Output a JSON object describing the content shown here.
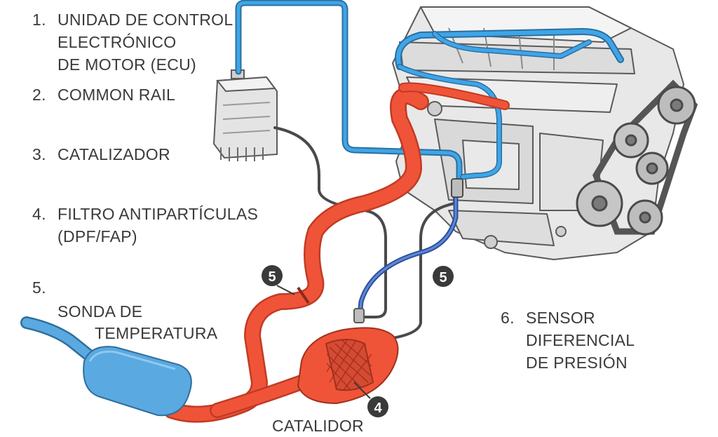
{
  "legend": {
    "item1": {
      "num": "1.",
      "line1": "UNIDAD DE CONTROL",
      "line2": "ELECTRÓNICO",
      "line3": "DE MOTOR (ECU)"
    },
    "item2": {
      "num": "2.",
      "text": "COMMON RAIL"
    },
    "item3": {
      "num": "3.",
      "text": "CATALIZADOR"
    },
    "item4": {
      "num": "4.",
      "line1": "FILTRO ANTIPARTÍCULAS",
      "line2": "(DPF/FAP)"
    },
    "item5": {
      "num": "5.",
      "line1": "SONDA DE",
      "line2": "TEMPERATURA"
    },
    "item6": {
      "num": "6.",
      "line1": "SENSOR",
      "line2": "DIFERENCIAL",
      "line3": "DE PRESIÓN"
    }
  },
  "labels": {
    "catalyst_caption": "CATALIDOR"
  },
  "markers": {
    "left": "5",
    "right": "5",
    "bottom": "4"
  },
  "colors": {
    "exhaust": "#ef5438",
    "muffler": "#5aa9e0",
    "fuel_line": "#3fa5e8",
    "sensor_wire": "#4a4a4a",
    "engine": "#e6e6e6",
    "marker": "#3a3a3a"
  }
}
